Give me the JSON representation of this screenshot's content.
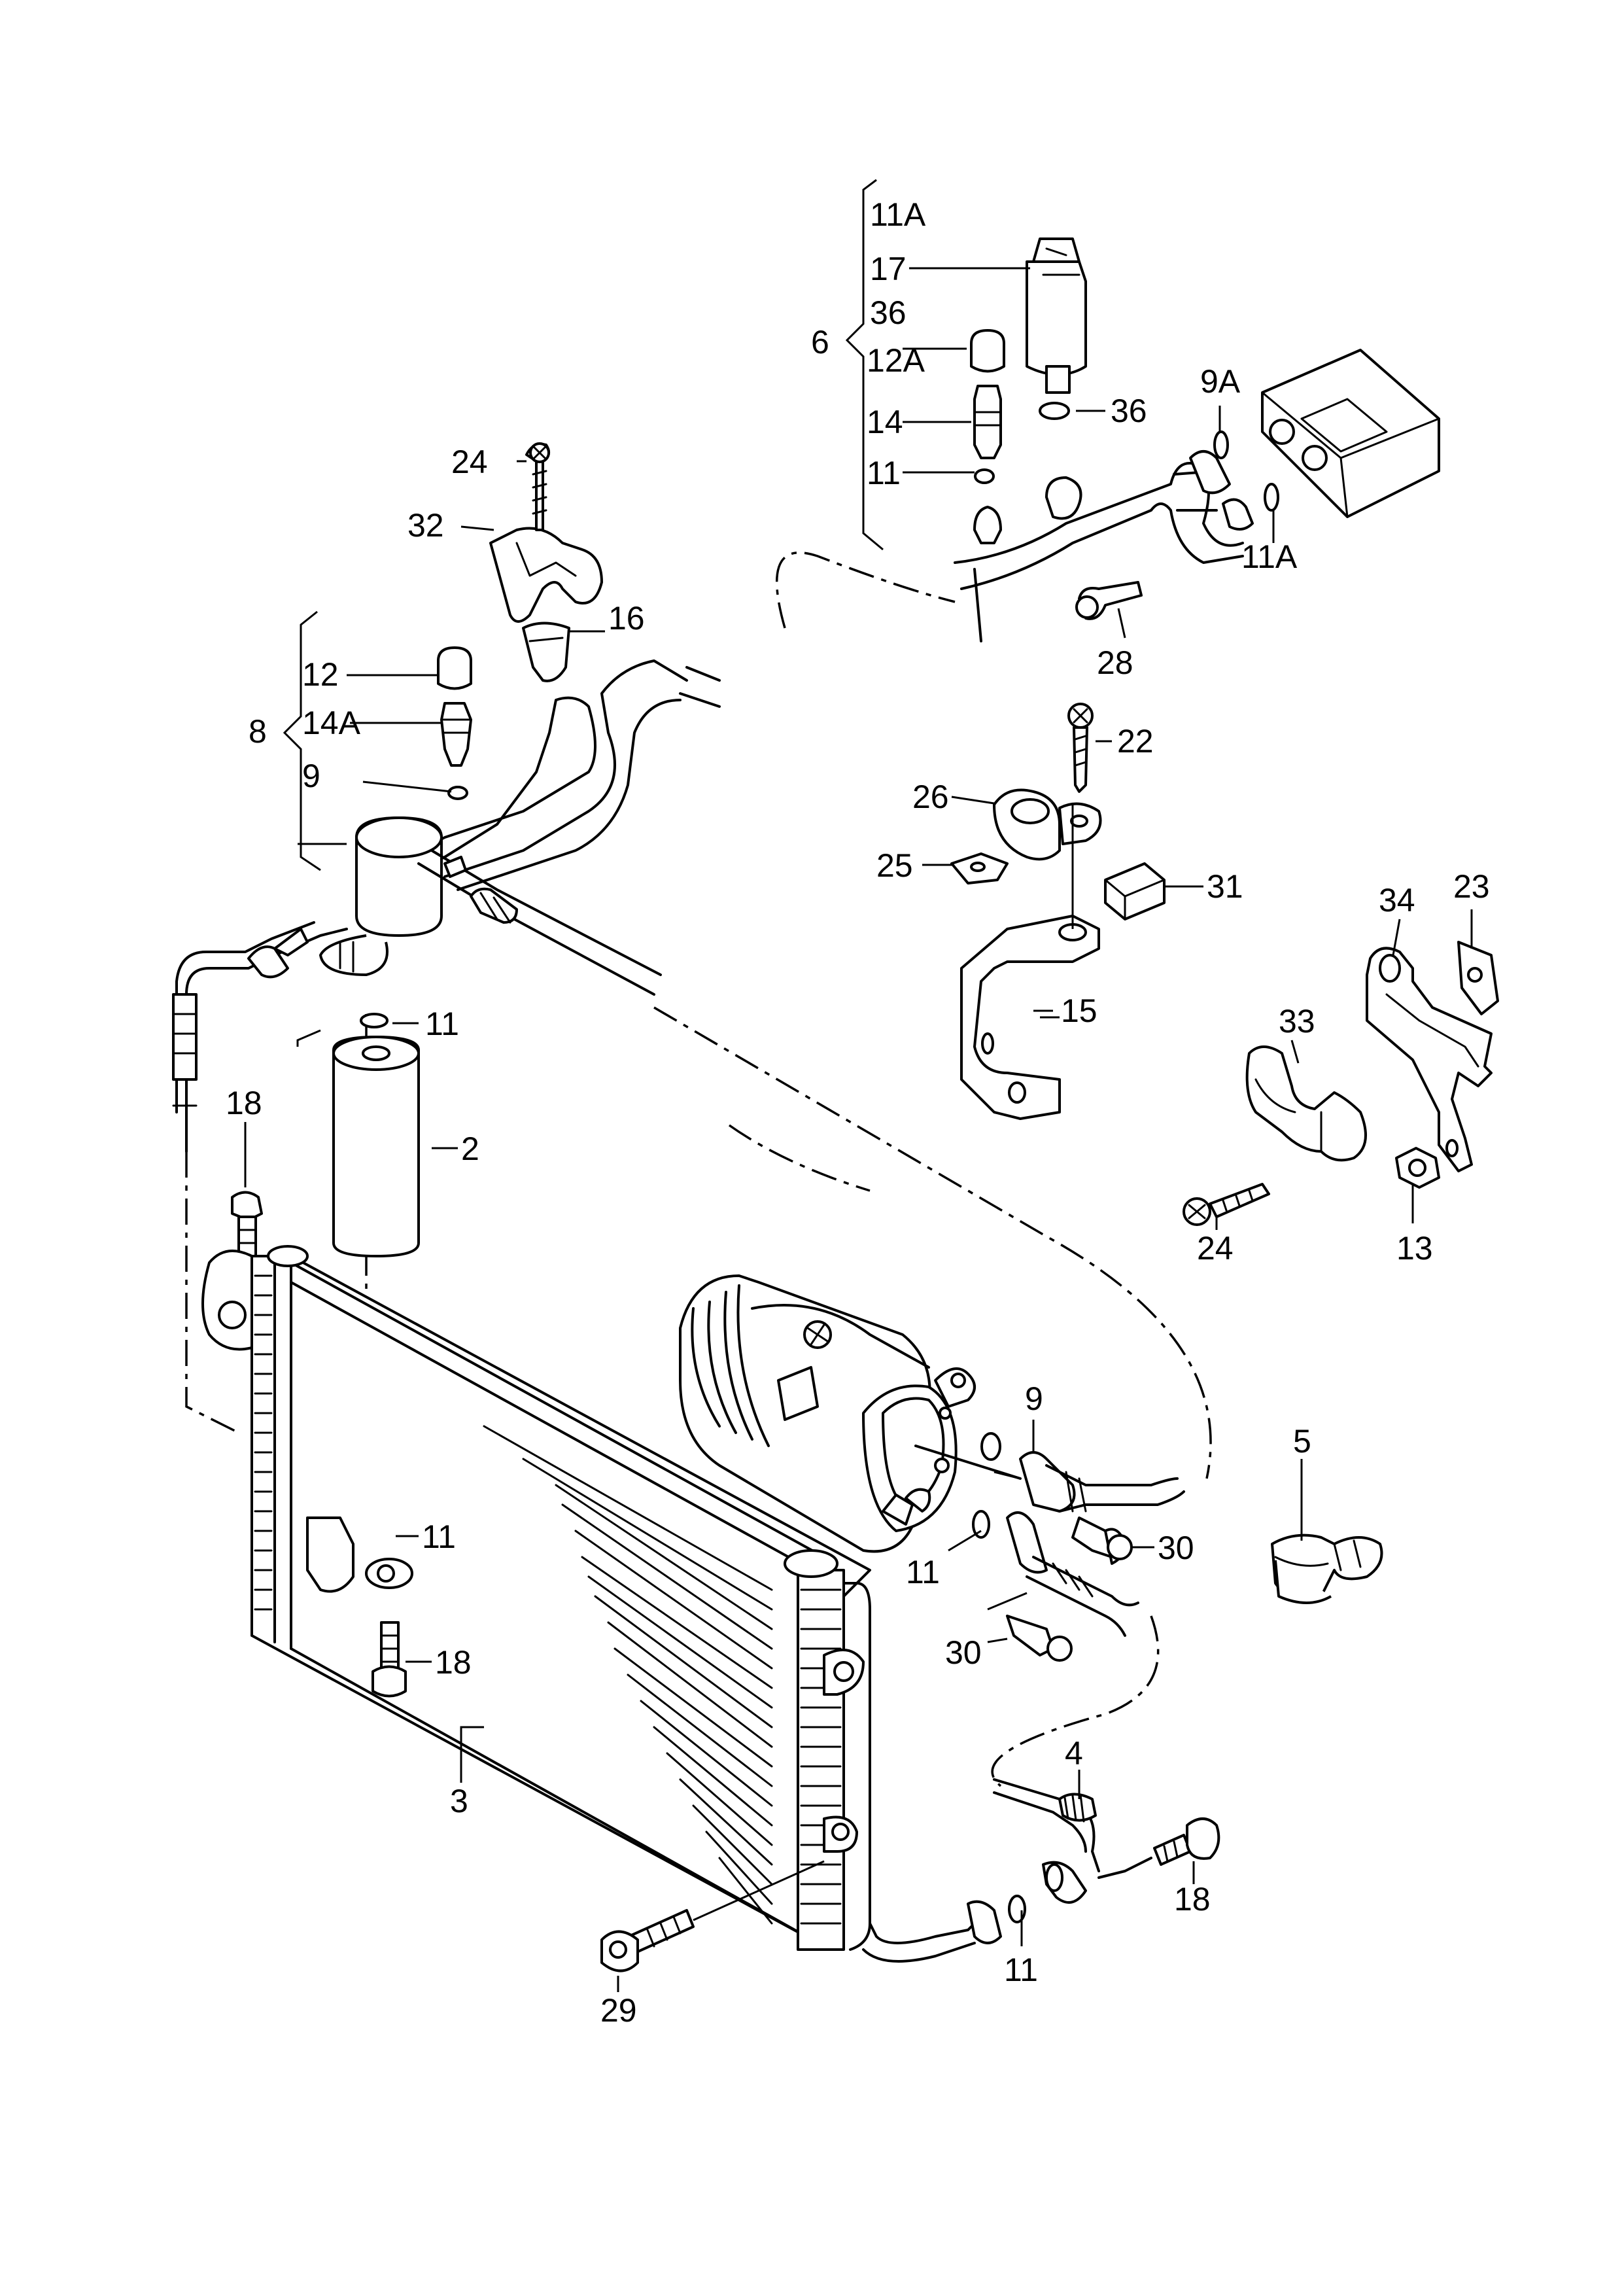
{
  "callouts": {
    "c_11A_top": "11A",
    "c_17": "17",
    "c_36_group": "36",
    "c_6": "6",
    "c_12A": "12A",
    "c_14": "14",
    "c_11_top": "11",
    "c_36_right": "36",
    "c_9A": "9A",
    "c_11A_right": "11A",
    "c_24_top": "24",
    "c_32": "32",
    "c_16": "16",
    "c_28": "28",
    "c_12": "12",
    "c_8": "8",
    "c_14A": "14A",
    "c_9_left": "9",
    "c_22": "22",
    "c_26": "26",
    "c_25": "25",
    "c_31": "31",
    "c_15": "15",
    "c_34": "34",
    "c_23": "23",
    "c_11_drier_top": "11",
    "c_2": "2",
    "c_18_left": "18",
    "c_33": "33",
    "c_24_right": "24",
    "c_13": "13",
    "c_9_comp": "9",
    "c_5": "5",
    "c_11_drier_bottom": "11",
    "c_30_right": "30",
    "c_11_comp": "11",
    "c_18_mid": "18",
    "c_30_lower": "30",
    "c_3": "3",
    "c_4": "4",
    "c_18_right": "18",
    "c_11_bottom": "11",
    "c_29": "29"
  }
}
